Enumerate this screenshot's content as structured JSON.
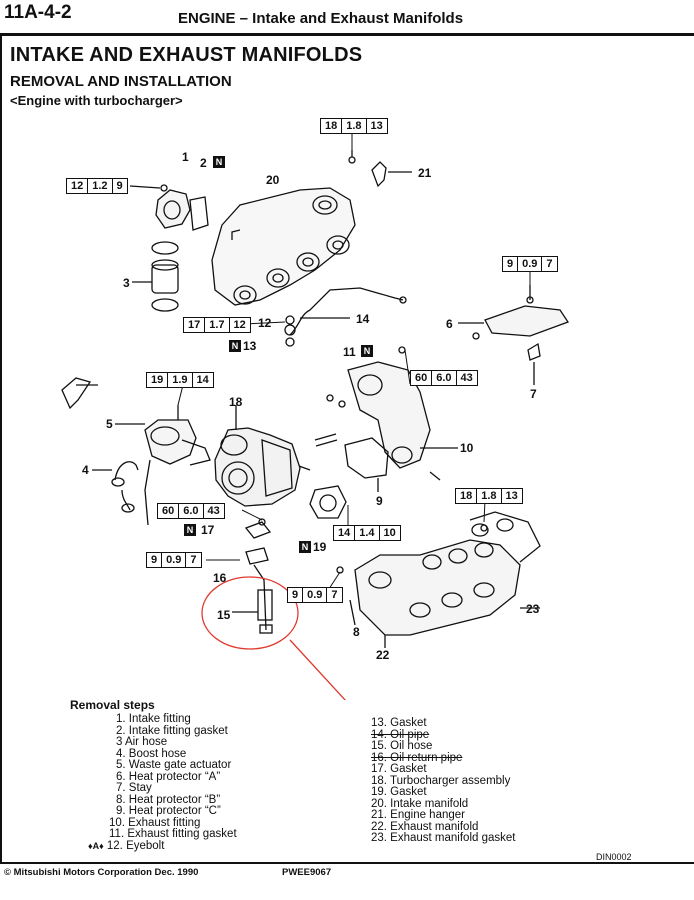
{
  "header": {
    "page_number": "11A-4-2",
    "section_title": "ENGINE – Intake and Exhaust Manifolds"
  },
  "titles": {
    "main": "INTAKE AND EXHAUST MANIFOLDS",
    "sub": "REMOVAL AND INSTALLATION",
    "variant": "<Engine with turbocharger>"
  },
  "torque_specs": [
    {
      "id": "t1",
      "values": [
        "18",
        "1.8",
        "13"
      ]
    },
    {
      "id": "t2",
      "values": [
        "12",
        "1.2",
        "9"
      ]
    },
    {
      "id": "t3",
      "values": [
        "9",
        "0.9",
        "7"
      ]
    },
    {
      "id": "t4",
      "values": [
        "17",
        "1.7",
        "12"
      ]
    },
    {
      "id": "t5",
      "values": [
        "19",
        "1.9",
        "14"
      ]
    },
    {
      "id": "t6",
      "values": [
        "60",
        "6.0",
        "43"
      ]
    },
    {
      "id": "t7",
      "values": [
        "18",
        "1.8",
        "13"
      ]
    },
    {
      "id": "t8",
      "values": [
        "60",
        "6.0",
        "43"
      ]
    },
    {
      "id": "t9",
      "values": [
        "14",
        "1.4",
        "10"
      ]
    },
    {
      "id": "t10",
      "values": [
        "9",
        "0.9",
        "7"
      ]
    },
    {
      "id": "t11",
      "values": [
        "9",
        "0.9",
        "7"
      ]
    }
  ],
  "part_labels": {
    "p1": "1",
    "p2": "2",
    "p3": "3",
    "p4": "4",
    "p5": "5",
    "p6": "6",
    "p7": "7",
    "p8": "8",
    "p9": "9",
    "p10": "10",
    "p11": "11",
    "p12": "12",
    "p13": "13",
    "p14": "14",
    "p15": "15",
    "p16": "16",
    "p17": "17",
    "p18": "18",
    "p19": "19",
    "p20": "20",
    "p21": "21",
    "p22": "22",
    "p23": "23"
  },
  "badge_text": "N",
  "removal": {
    "title": "Removal steps",
    "left": [
      "1. Intake fitting",
      "2. Intake fitting gasket",
      "3  Air hose",
      "4. Boost hose",
      "5. Waste gate actuator",
      "6. Heat protector “A”",
      "7. Stay",
      "8. Heat protector “B”",
      "9. Heat protector “C”",
      "10. Exhaust fitting",
      "11. Exhaust fitting gasket",
      "12. Eyebolt"
    ],
    "eyebolt_marks": "♦A♦",
    "right": [
      "13. Gasket",
      "14. Oil pipe",
      "15. Oil hose",
      "16. Oil return pipe",
      "17. Gasket",
      "18. Turbocharger assembly",
      "19. Gasket",
      "20. Intake manifold",
      "21. Engine hanger",
      "22. Exhaust manifold",
      "23. Exhaust manifold gasket"
    ]
  },
  "reference_code": "DIN0002",
  "footer": {
    "copyright": "© Mitsubishi Motors Corporation  Dec. 1990",
    "doc_code": "PWEE9067"
  },
  "colors": {
    "annotation": "#e03a2f",
    "ink": "#111111"
  }
}
